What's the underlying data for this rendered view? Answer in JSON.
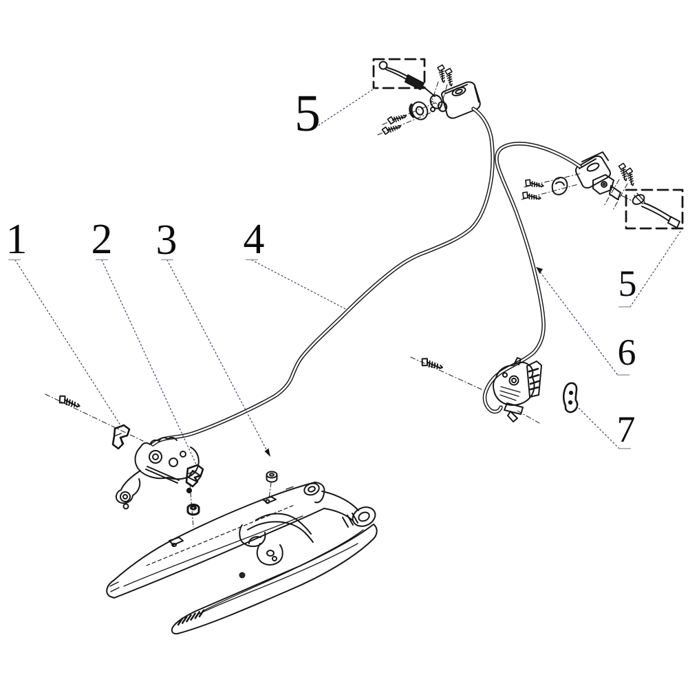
{
  "page": {
    "background_color": "#ffffff"
  },
  "diagram": {
    "type": "exploded-parts-diagram",
    "subject": "brake system and swingarm parts illustration",
    "line_color": "#161616",
    "leader_line_color": "#45516d",
    "tick_color": "#9aa0a8",
    "callout_color": "#0c0c0c",
    "callouts": [
      {
        "label": "1"
      },
      {
        "label": "2"
      },
      {
        "label": "3"
      },
      {
        "label": "4"
      },
      {
        "label": "5"
      },
      {
        "label": "5"
      },
      {
        "label": "6"
      },
      {
        "label": "7"
      }
    ]
  }
}
